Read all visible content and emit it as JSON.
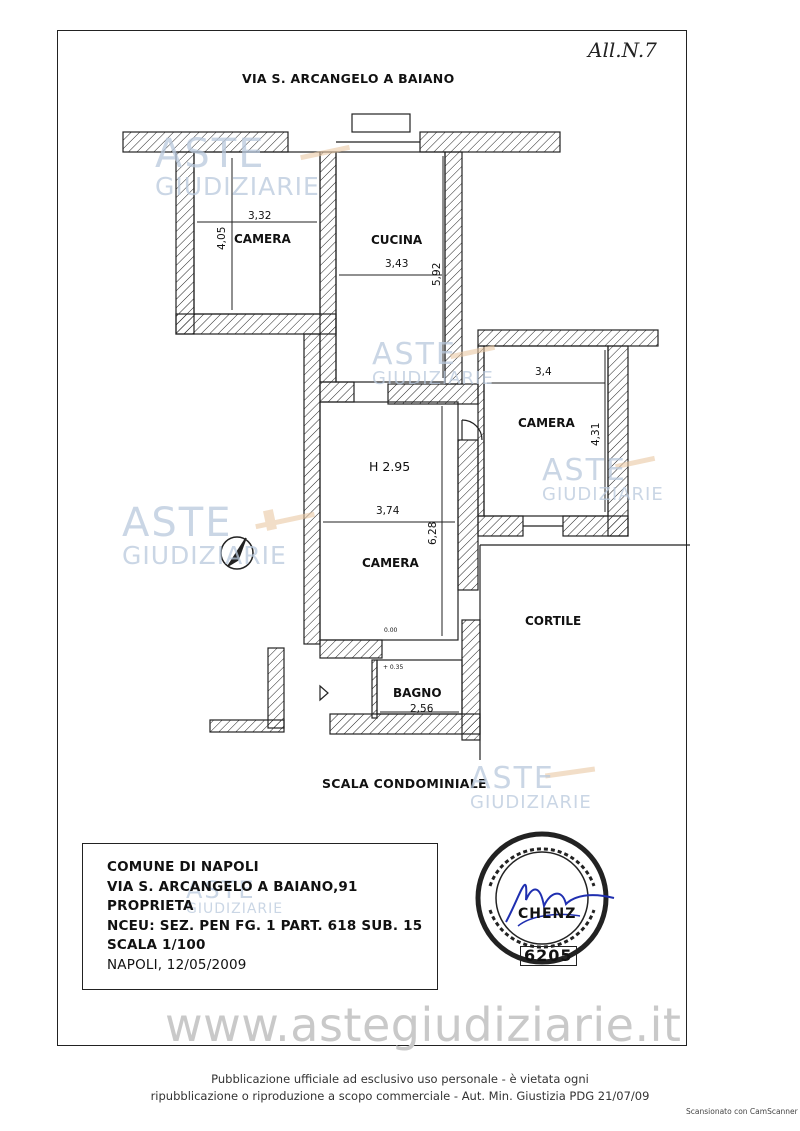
{
  "header": {
    "annotation": "All.N.7",
    "street_top": "VIA S. ARCANGELO A BAIANO",
    "street_bottom": "SCALA CONDOMINIALE"
  },
  "rooms": {
    "camera_top_left": "CAMERA",
    "cucina": "CUCINA",
    "camera_right": "CAMERA",
    "height_note": "H 2.95",
    "camera_main": "CAMERA",
    "cortile": "CORTILE",
    "bagno": "BAGNO"
  },
  "dimensions": {
    "camera_tl_width": "3,32",
    "camera_tl_depth": "4,05",
    "cucina_width": "3,43",
    "cucina_depth": "5,92",
    "camera_right_width": "3,4",
    "camera_right_depth": "4,31",
    "camera_main_width": "3,74",
    "camera_main_depth": "6,28",
    "bagno_width": "2,56",
    "level_000": "0.00",
    "level_035": "+ 0.35"
  },
  "watermark": {
    "aste": "ASTE",
    "giudiziarie": "GIUDIZIARIE",
    "site": "www.astegiudiziarie.it"
  },
  "titleblock": {
    "line1": "COMUNE DI NAPOLI",
    "line2": "VIA S. ARCANGELO A BAIANO,91",
    "line3": "PROPRIETA",
    "line4": "NCEU: SEZ. PEN FG. 1 PART. 618 SUB. 15",
    "line5": "SCALA 1/100",
    "line6": "NAPOLI, 12/05/2009"
  },
  "stamp": {
    "number": "6205",
    "name": "CHENZ"
  },
  "footer": {
    "line1": "Pubblicazione ufficiale ad esclusivo uso personale - è vietata ogni",
    "line2": "ripubblicazione o riproduzione a scopo commerciale - Aut. Min. Giustizia PDG 21/07/09",
    "scan": "Scansionato con CamScanner"
  },
  "colors": {
    "line": "#222222",
    "watermark": "#b9c9dd",
    "signature": "#1f2fb0"
  }
}
